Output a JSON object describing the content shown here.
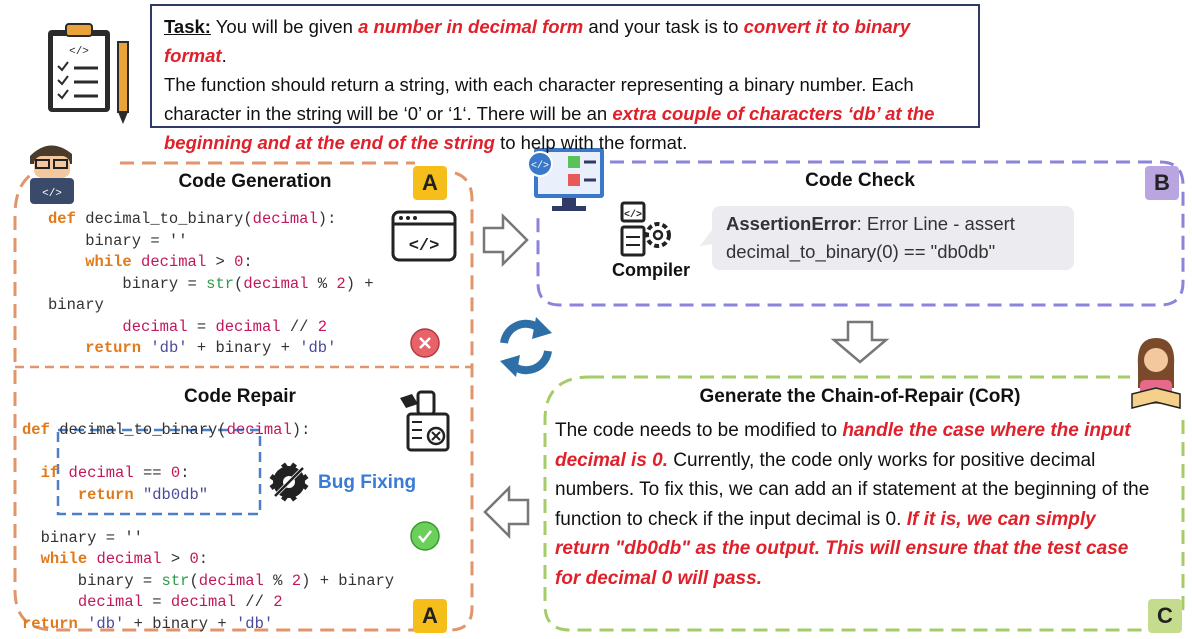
{
  "task": {
    "label": "Task:",
    "t1": " You will be given ",
    "e1": "a number in decimal form",
    "t2": " and your task is to ",
    "e2": "convert it to binary format",
    "t3": ".",
    "t4": "The function should return a string, with each character representing a binary number. Each character in the string will be ‘0’ or ‘1‘. There will be an ",
    "e3": "extra couple of characters ‘db’ at the beginning and at the end of the string",
    "t5": " to help with the format."
  },
  "code_generation": {
    "title": "Code Generation",
    "badge": "A"
  },
  "code_check": {
    "title": "Code Check",
    "badge": "B",
    "compiler_label": "Compiler",
    "error_type": "AssertionError",
    "error_rest": ": Error Line - assert",
    "error_line2": "decimal_to_binary(0) == \"db0db\""
  },
  "code_repair": {
    "title": "Code Repair",
    "badge": "A",
    "bug_fixing": "Bug Fixing"
  },
  "chain_of_repair": {
    "title": "Generate the Chain-of-Repair (CoR)",
    "badge": "C",
    "p1": "The code needs to be modified to ",
    "e1": "handle the case where the input decimal is 0.",
    "p2": " Currently, the code only works for positive decimal numbers. To fix this, we can add an if statement at the beginning of the function to check if the input decimal is 0. ",
    "e2": "If it is, we can simply return \"db0db\" as the output. This will ensure that the test case for decimal 0 will pass."
  },
  "colors": {
    "generation_border": "#e0956a",
    "check_border": "#8a85d8",
    "cor_border": "#a6cc6a",
    "repair_box": "#4a80c8",
    "emphasis": "#e0202a"
  }
}
